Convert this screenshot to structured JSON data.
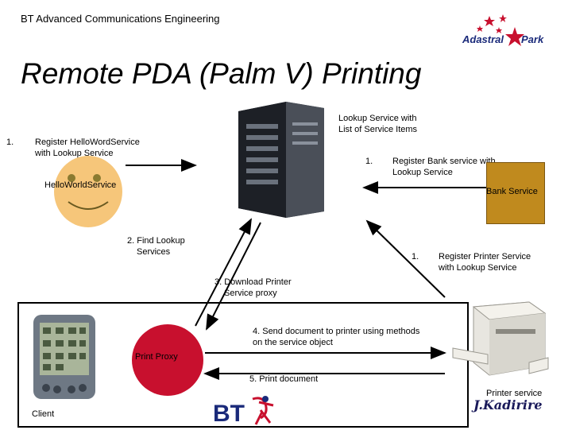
{
  "header": {
    "org": "BT Advanced Communications Engineering"
  },
  "title": "Remote PDA (Palm V) Printing",
  "logo": {
    "text_left": "Adastral",
    "text_right": "Park"
  },
  "lookup": {
    "line1": "Lookup Service with",
    "line2": "List of Service Items"
  },
  "steps": {
    "register_hello": {
      "num": "1.",
      "line1": "Register HelloWordService",
      "line2": "with  Lookup Service"
    },
    "register_bank": {
      "num": "1.",
      "line1": "Register Bank service with",
      "line2": "Lookup Service"
    },
    "find_lookup": {
      "line1": "2. Find Lookup",
      "line2": "Services"
    },
    "register_printer": {
      "num": "1.",
      "line1": "Register Printer Service",
      "line2": "with Lookup Service"
    },
    "download_proxy": {
      "line1": "3. Download Printer",
      "line2": "Service proxy"
    },
    "send_document": {
      "line1": "4. Send document to printer using methods",
      "line2": "on the service object"
    },
    "print_document": {
      "line1": "5. Print document"
    }
  },
  "nodes": {
    "hello_service": "HelloWorldService",
    "bank_service": "Bank Service",
    "print_proxy": "Print Proxy",
    "printer_service": "Printer service",
    "client": "Client"
  },
  "signature": "J.Kadirire",
  "colors": {
    "smiley": "#f6c67a",
    "bank": "#c08a1e",
    "proxy": "#c8102e",
    "bt_blue": "#1a2a7a",
    "bt_red": "#c8102e"
  }
}
